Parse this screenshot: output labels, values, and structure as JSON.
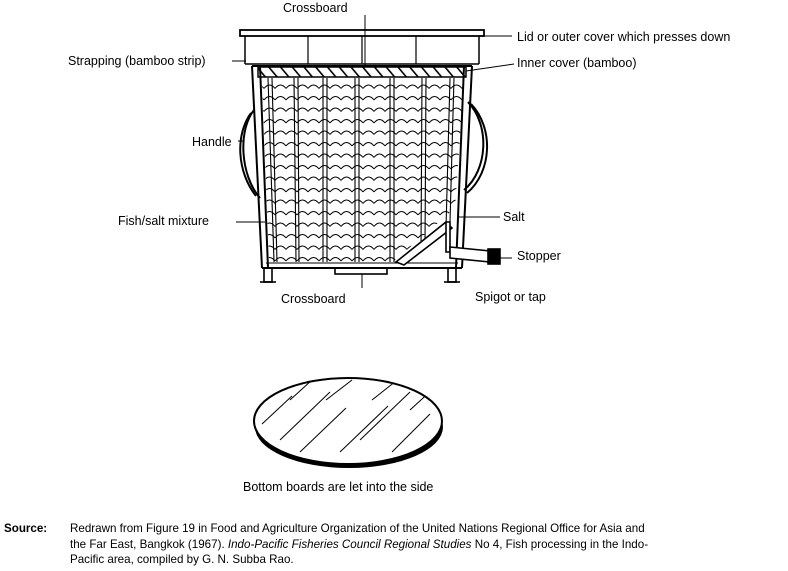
{
  "labels": {
    "crossboard_top": "Crossboard",
    "lid": "Lid or outer cover which presses down",
    "strapping": "Strapping (bamboo strip)",
    "inner_cover": "Inner cover (bamboo)",
    "handle": "Handle",
    "fish_salt": "Fish/salt mixture",
    "salt": "Salt",
    "stopper": "Stopper",
    "crossboard_bottom": "Crossboard",
    "spigot": "Spigot or tap"
  },
  "caption": "Bottom boards are let into the side",
  "source": {
    "label": "Source:",
    "line1": "Redrawn from Figure 19 in Food and Agriculture Organization of the United Nations Regional Office for Asia and",
    "line2_a": "the Far East, Bangkok (1967). ",
    "line2_italic": "Indo-Pacific Fisheries Council Regional Studies",
    "line2_b": " No 4, Fish processing in the Indo-",
    "line3": "Pacific area, compiled by G. N. Subba Rao."
  }
}
